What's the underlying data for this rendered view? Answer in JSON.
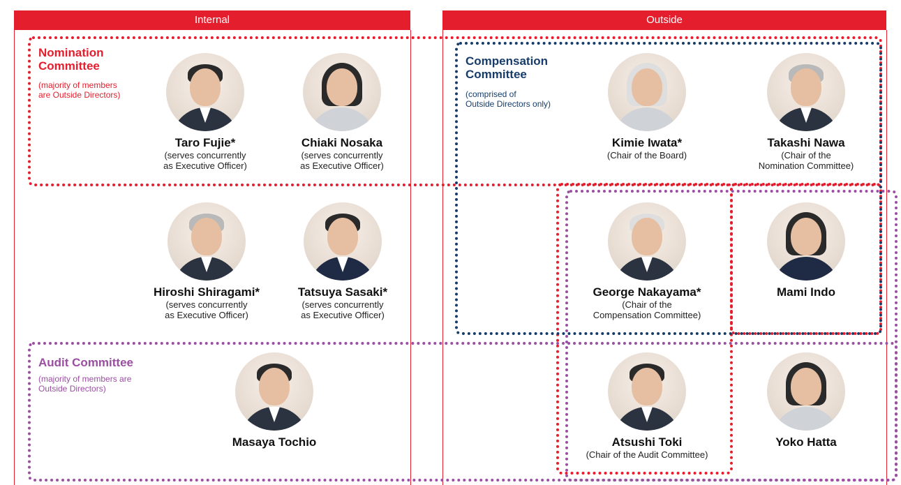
{
  "headers": {
    "internal": "Internal",
    "outside": "Outside"
  },
  "committees": {
    "nomination": {
      "title": "Nomination\nCommittee",
      "note": "(majority of members\nare Outside Directors)"
    },
    "compensation": {
      "title": "Compensation\nCommittee",
      "note": "(comprised of\nOutside Directors only)"
    },
    "audit": {
      "title": "Audit Committee",
      "note": "(majority of members are\nOutside Directors)"
    }
  },
  "people": {
    "taro": {
      "name": "Taro Fujie*",
      "role": "(serves concurrently\nas Executive Officer)"
    },
    "chiaki": {
      "name": "Chiaki Nosaka",
      "role": "(serves concurrently\nas Executive Officer)"
    },
    "hiroshi": {
      "name": "Hiroshi Shiragami*",
      "role": "(serves concurrently\nas Executive Officer)"
    },
    "tatsuya": {
      "name": "Tatsuya Sasaki*",
      "role": "(serves concurrently\nas Executive Officer)"
    },
    "masaya": {
      "name": "Masaya Tochio",
      "role": ""
    },
    "kimie": {
      "name": "Kimie Iwata*",
      "role": "(Chair of the Board)"
    },
    "takashi": {
      "name": "Takashi Nawa",
      "role": "(Chair of the\nNomination Committee)"
    },
    "george": {
      "name": "George Nakayama*",
      "role": "(Chair of the\nCompensation Committee)"
    },
    "mami": {
      "name": "Mami Indo",
      "role": ""
    },
    "atsushi": {
      "name": "Atsushi Toki",
      "role": "(Chair of the Audit Committee)"
    },
    "yoko": {
      "name": "Yoko Hatta",
      "role": ""
    }
  },
  "colors": {
    "red": "#e41e2d",
    "navy": "#173c6a",
    "purple": "#9b4fa2"
  }
}
